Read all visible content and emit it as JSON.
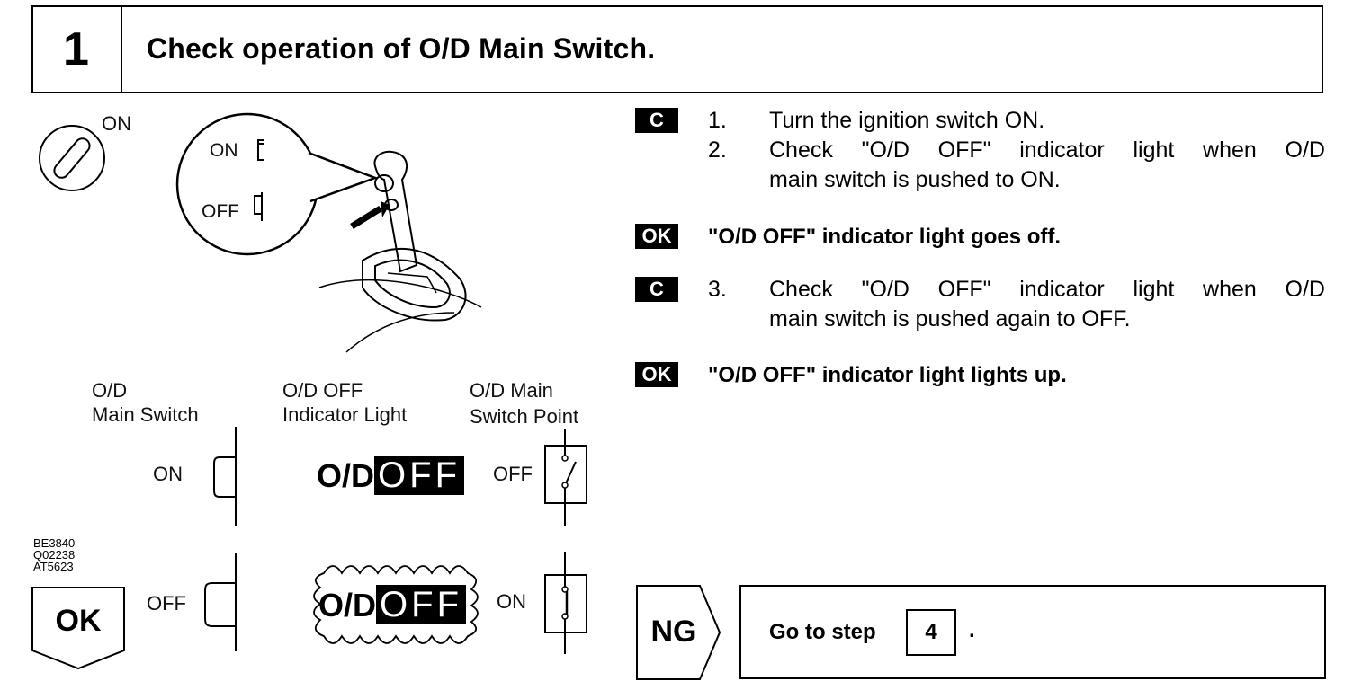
{
  "header": {
    "step_number": "1",
    "title": "Check operation of O/D Main Switch."
  },
  "illustration": {
    "ignition_label": "ON",
    "callout_on": "ON",
    "callout_off": "OFF"
  },
  "instructions": {
    "badge_c": "C",
    "badge_ok": "OK",
    "step1_num": "1.",
    "step1_text": "Turn the ignition switch ON.",
    "step2_num": "2.",
    "step2_line1": "Check \"O/D OFF\" indicator light when O/D",
    "step2_line2": "main switch is pushed to ON.",
    "ok1_text": "\"O/D OFF\" indicator light goes off.",
    "step3_num": "3.",
    "step3_line1": "Check \"O/D OFF\" indicator light when O/D",
    "step3_line2": "main switch is pushed again to OFF.",
    "ok2_text": "\"O/D OFF\" indicator light lights up."
  },
  "legend": {
    "col1_line1": "O/D",
    "col1_line2": "Main Switch",
    "col2_line1": "O/D OFF",
    "col2_line2": "Indicator Light",
    "col3_line1": "O/D Main",
    "col3_line2": "Switch Point",
    "row1_switch": "ON",
    "row1_point": "OFF",
    "row2_switch": "OFF",
    "row2_point": "ON",
    "od_text": "O/D",
    "off_text": "OFF"
  },
  "figure_codes": [
    "BE3840",
    "Q02238",
    "AT5623"
  ],
  "ok_tab": "OK",
  "ng": {
    "tab": "NG",
    "prefix": "Go to step",
    "step": "4",
    "suffix": "."
  }
}
